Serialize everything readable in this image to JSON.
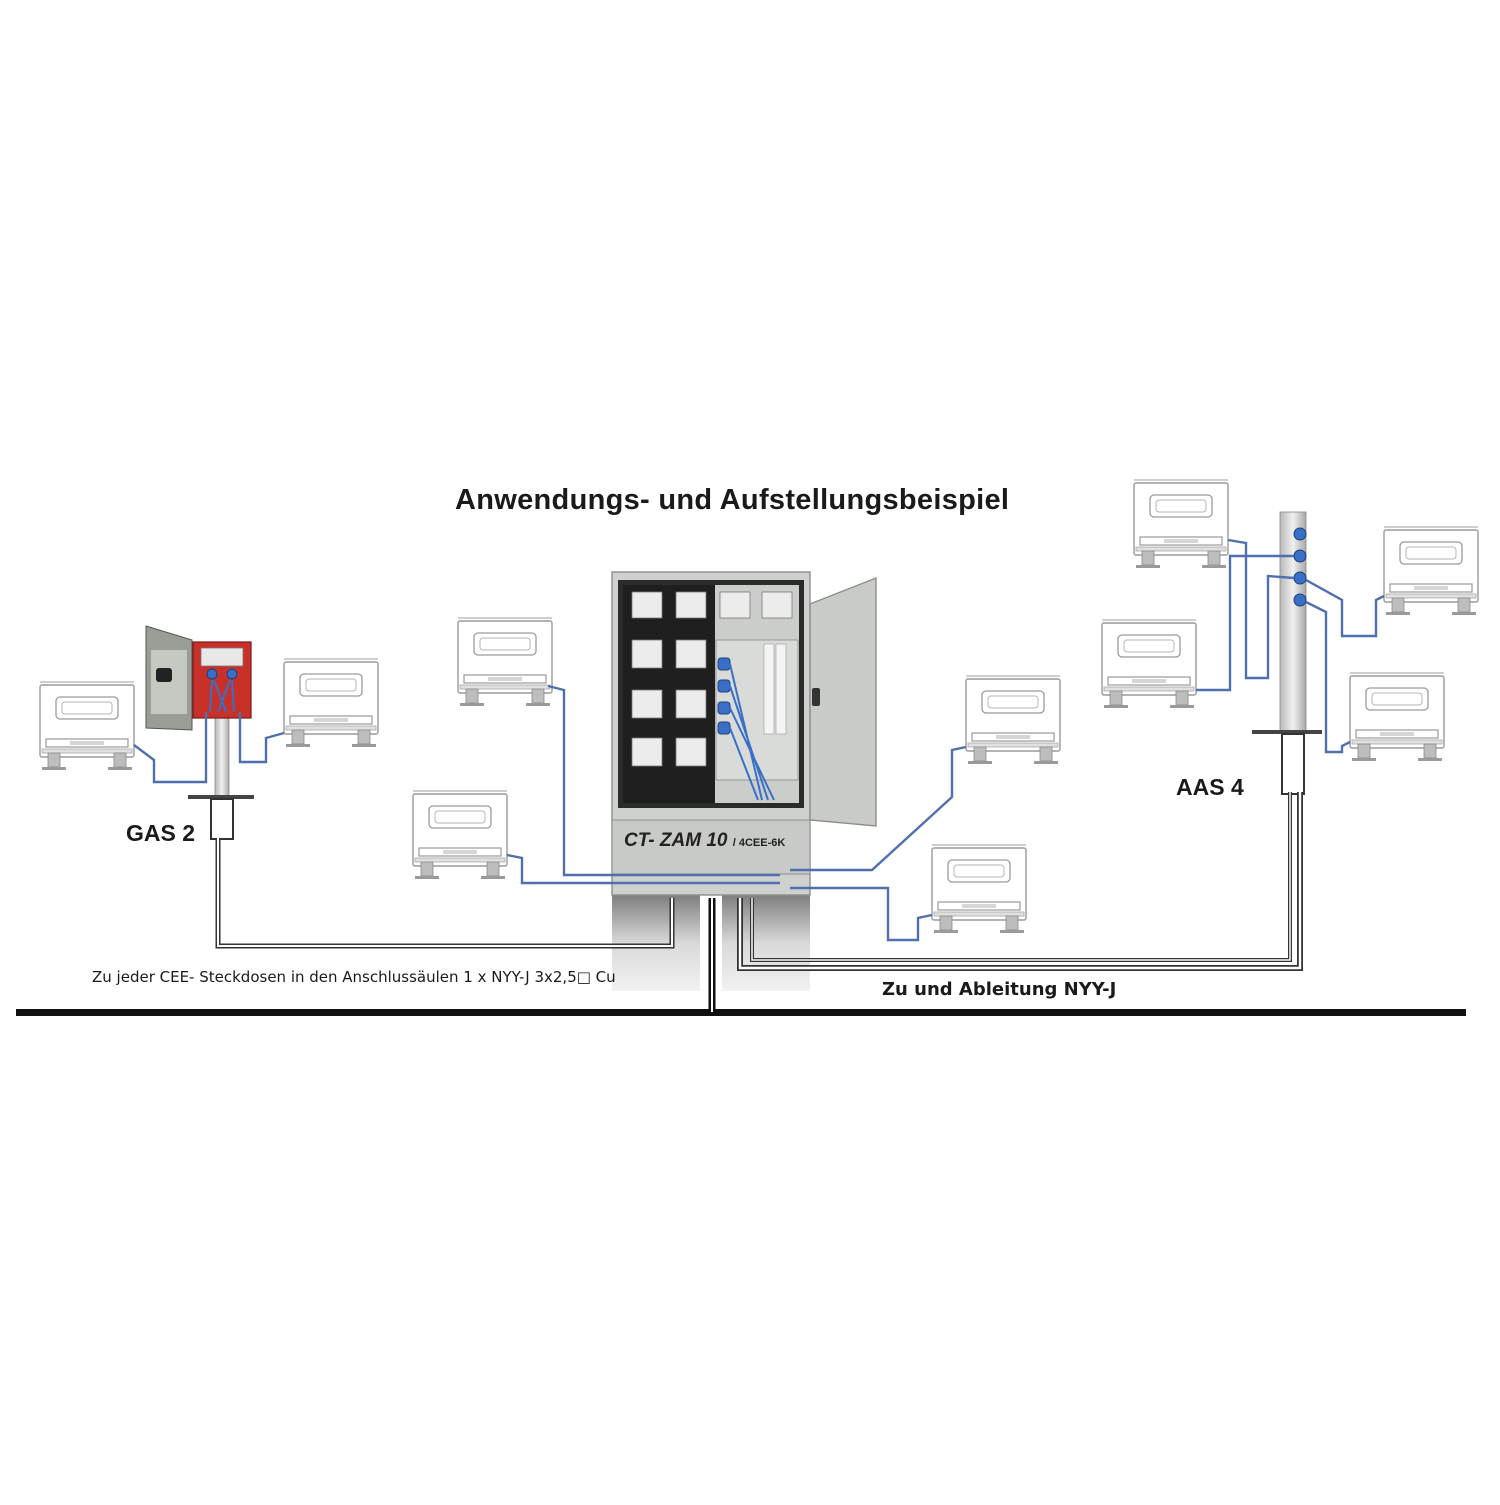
{
  "diagram": {
    "title": "Anwendungs- und Aufstellungsbeispiel",
    "gas_label": "GAS 2",
    "aas_label": "AAS 4",
    "cabinet_label_main": "CT- ZAM 10",
    "cabinet_label_sub": "/ 4CEE-6K",
    "note_left": "Zu jeder CEE- Steckdosen in den Anschlussäulen  1 x NYY-J  3x2,5□ Cu",
    "note_right": "Zu und Ableitung NYY-J",
    "colors": {
      "cable_blue": "#4f6fae",
      "cable_dark": "#222222",
      "cabinet_grey": "#c9cbc8",
      "gas_red": "#c8312a",
      "caravan_outline": "#9a9a9a"
    }
  }
}
